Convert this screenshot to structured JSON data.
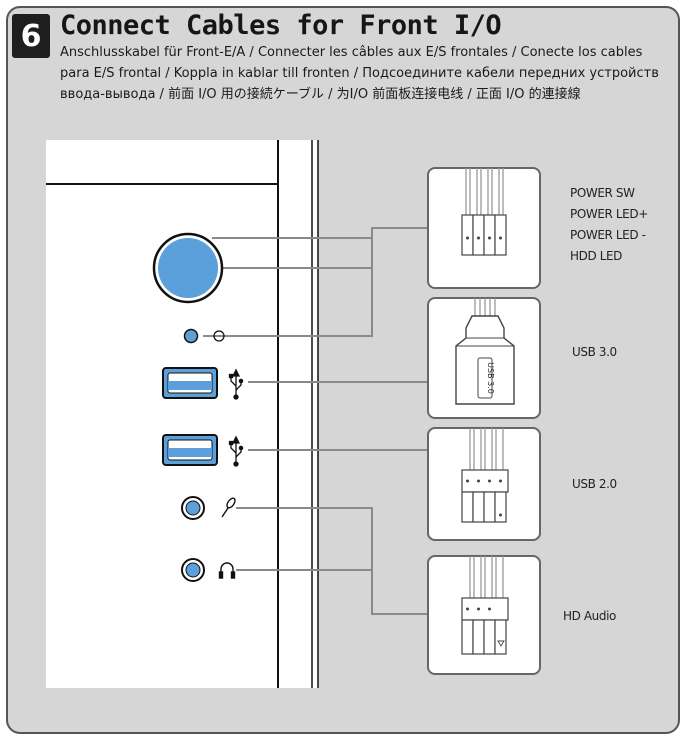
{
  "step": {
    "number": "6",
    "title": "Connect Cables for Front I/O",
    "translations": "Anschlusskabel für Front-E/A  / Connecter les câbles aux E/S frontales  / Conecte los cables para E/S frontal / Koppla in kablar till fronten / Подсоедините кабели передних устройств ввода-вывода  / 前面 I/O 用の接続ケーブル / 为I/O 前面板连接电线 / 正面 I/O 的連接線"
  },
  "front_panel": {
    "ports": [
      "power-button",
      "hdd-led",
      "usb3-port",
      "usb2-port",
      "mic-jack",
      "headphone-jack"
    ]
  },
  "connectors": [
    {
      "id": "power",
      "lines": [
        "POWER SW",
        "POWER LED+",
        "POWER LED -",
        "HDD LED"
      ]
    },
    {
      "id": "usb3",
      "label": "USB 3.0",
      "plug_text": "USB 3.0"
    },
    {
      "id": "usb2",
      "label": "USB 2.0"
    },
    {
      "id": "audio",
      "label": "HD Audio"
    }
  ],
  "colors": {
    "panel_bg": "#d6d6d6",
    "port_blue": "#5b9fdb",
    "cable": "#8a8a8a",
    "frame": "#555555"
  }
}
